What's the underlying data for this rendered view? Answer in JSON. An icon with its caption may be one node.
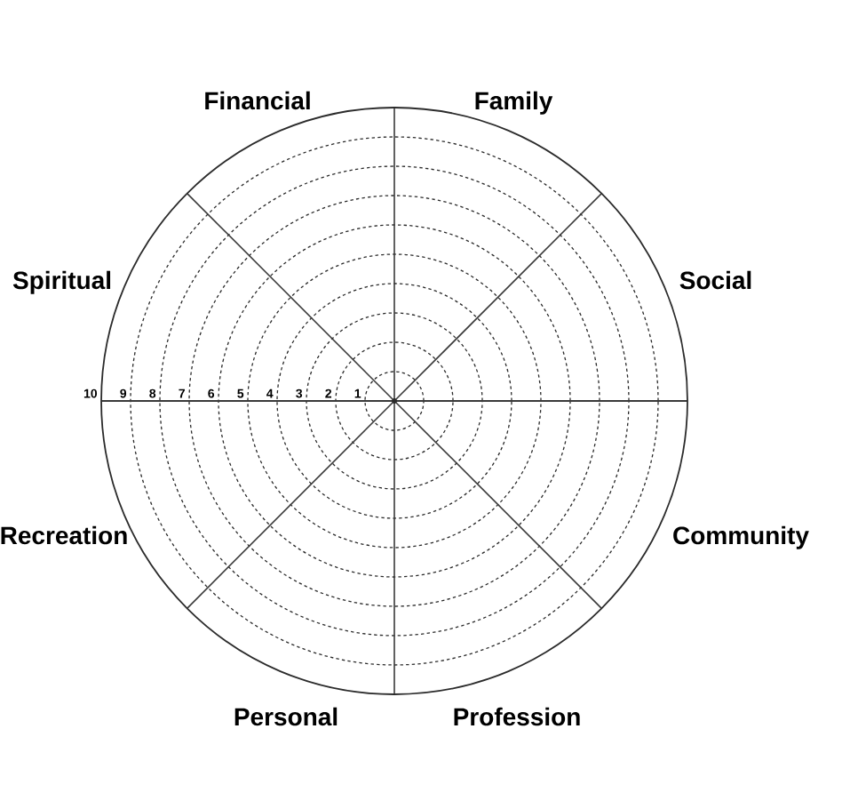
{
  "diagram": {
    "labels": [
      "Financial",
      "Family",
      "Spiritual",
      "Social",
      "10",
      "9",
      "8",
      "7",
      "6",
      "5",
      "4",
      "3",
      "2",
      "1",
      "Recreation",
      "Community",
      "Personal",
      "Profession"
    ]
  }
}
